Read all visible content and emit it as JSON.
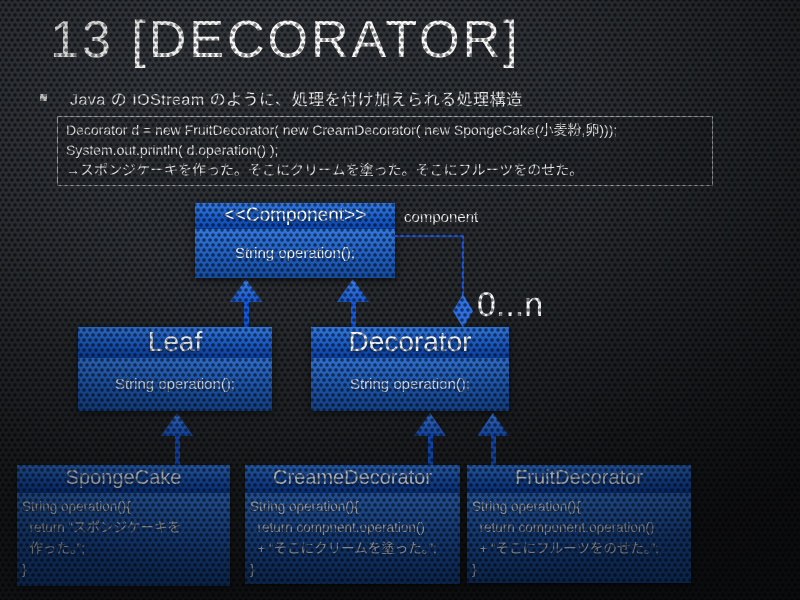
{
  "slide": {
    "title": "13 [DECORATOR]",
    "bullet": "Java の IOStream のように、処理を付け加えられる処理構造",
    "code_block": {
      "lines": [
        "Decorator d = new FruitDecorator( new CreamDecorator( new SpongeCake(小麦粉,卵)));",
        "System.out.println( d.operation() );",
        "→スポンジケーキを作った。そこにクリームを塗った。そこにフルーツをのせた。"
      ]
    }
  },
  "diagram": {
    "component": {
      "title": "<<Component>>",
      "member": "String operation();"
    },
    "leaf": {
      "title": "Leaf",
      "member": "String operation();"
    },
    "decorator": {
      "title": "Decorator",
      "member": "String operation();"
    },
    "spongecake": {
      "title": "SpongeCake",
      "line1": "String operation(){",
      "line2": "  return “スポンジケーキを",
      "line3": "  作った。”;",
      "line4": "}"
    },
    "creamedecorator": {
      "title": "CreameDecorator",
      "line1": "String operation(){",
      "line2": "  return compnent.operation()",
      "line3": "  + “そこにクリームを塗った。”;",
      "line4": "}"
    },
    "fruitdecorator": {
      "title": "FruitDecorator",
      "line1": "String operation(){",
      "line2": "  return component.operation()",
      "line3": "  + “そこにフルーツをのせた。”;",
      "line4": "}"
    },
    "association_label": "component",
    "multiplicity_label": "0...n"
  },
  "colors": {
    "class_box_header_blue": "#1c5ec9",
    "class_box_body_blue": "#1f5dbd",
    "connector_blue": "#1f55d0",
    "arrow_blue": "#1559d8",
    "background_dark": "#202327",
    "text_light": "#f0f0f0"
  }
}
